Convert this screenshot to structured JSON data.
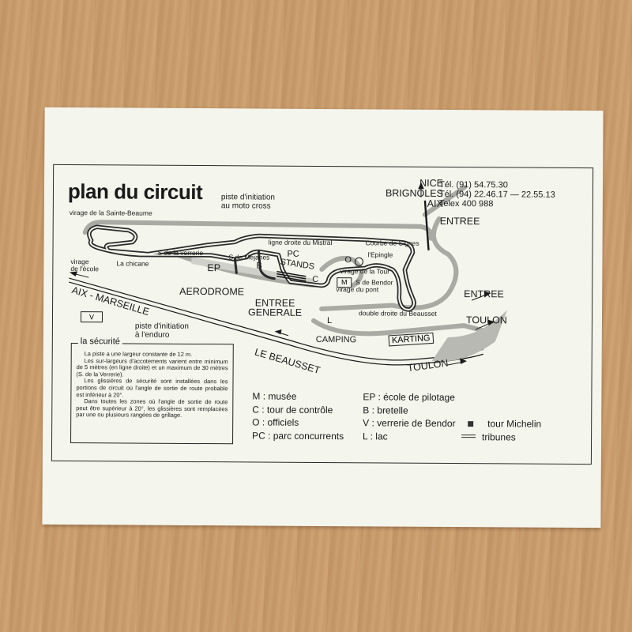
{
  "title": "plan du circuit",
  "contact": {
    "tel1": "Tél. (91) 54.75.30",
    "tel2": "Tél. (94) 22.46.17 — 22.55.13",
    "telex": "Telex 400 988"
  },
  "directions": {
    "nice": "NICE",
    "brignoles": "BRIGNOLES",
    "aix": "AIX",
    "entree_top": "ENTREE",
    "entree_right": "ENTREE",
    "toulon_right": "TOULON",
    "toulon_bottom": "TOULON",
    "aix_marseille": "AIX - MARSEILLE",
    "le_beausset": "LE BEAUSSET"
  },
  "map_labels": {
    "moto_cross": "piste d'initiation\nau moto cross",
    "sainte_baume": "virage de la Sainte-Beaume",
    "ligne_droite": "ligne droite du Mistral",
    "courbe_signes": "Courbe de Signes",
    "epingle": "l'Epingle",
    "virage_ecole": "virage\nde l'école",
    "chicane": "La chicane",
    "s_verrerie": "S de la verrerie",
    "s_mejanes": "S de Méjanes",
    "pc": "PC",
    "stands": "STANDS",
    "ep": "EP",
    "b": "B",
    "c": "C",
    "o": "O",
    "m": "M",
    "virage_tour": "virage de la Tour",
    "s_bendor": "S de Bendor",
    "virage_pont": "virage du pont",
    "aerodrome": "AERODROME",
    "entree_generale": "ENTREE\nGENERALE",
    "l": "L",
    "double_droite": "double droite du Beausset",
    "camping": "CAMPING",
    "karting": "KARTING",
    "v": "V",
    "enduro": "piste d'initiation\nà l'enduro"
  },
  "securite": {
    "title": "la sécurité",
    "paragraphs": [
      "La piste a une largeur constante de 12 m.",
      "Les sur-largeurs d'accotements varient entre minimum de 5 mètres (en ligne droite) et un maximum de 30 mètres (S. de la Verrerie).",
      "Les glissières de sécurité sont installées dans les portions de circuit où l'angle de sortie de route probable est inférieur à 20°.",
      "Dans toutes les zones où l'angle de sortie de route peut être supérieur à 20°, les glissières sont remplacées par une ou plusieurs rangées de grillage."
    ]
  },
  "legend": {
    "col1": [
      "M : musée",
      "C : tour de contrôle",
      "O : officiels",
      "PC : parc concurrents"
    ],
    "col2": [
      "EP : école de pilotage",
      "B : bretelle",
      "V : verrerie de Bendor",
      "L : lac"
    ],
    "col3": [
      "tour Michelin",
      "tribunes"
    ]
  },
  "colors": {
    "paper": "#f4f5ec",
    "table": "#c99c6c",
    "track": "#2a2a2a",
    "grey_road": "#a9aaa4"
  }
}
